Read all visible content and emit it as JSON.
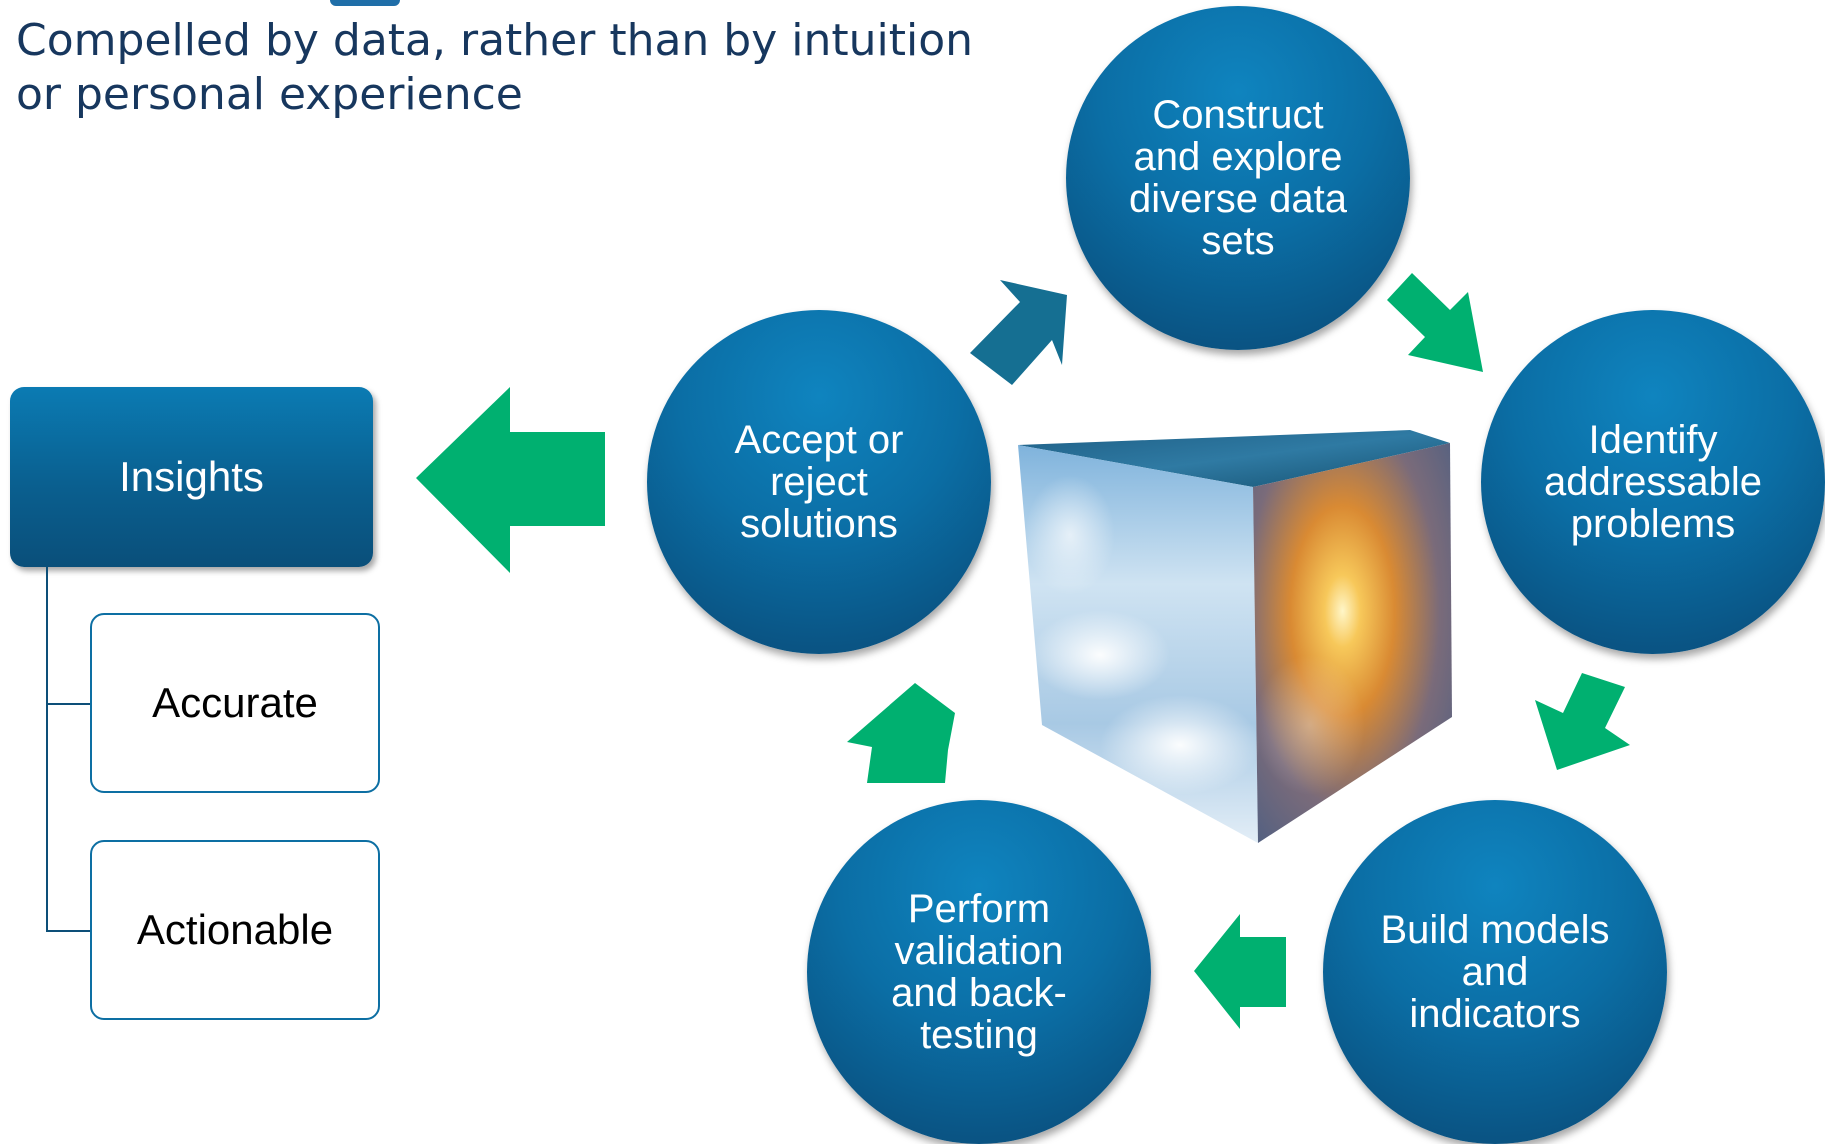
{
  "header": {
    "subtitle": "Compelled by data, rather than by intuition or personal experience"
  },
  "insights": {
    "title": "Insights",
    "attributes": [
      "Accurate",
      "Actionable"
    ]
  },
  "cycle": {
    "steps": [
      "Construct and explore diverse data sets",
      "Identify addressable problems",
      "Build models and indicators",
      "Perform validation and back-testing",
      "Accept or reject solutions"
    ]
  },
  "colors": {
    "circle_blue": "#0b6ea5",
    "arrow_green": "#00b070",
    "arrow_teal": "#156f92",
    "title_navy": "#17375e"
  }
}
